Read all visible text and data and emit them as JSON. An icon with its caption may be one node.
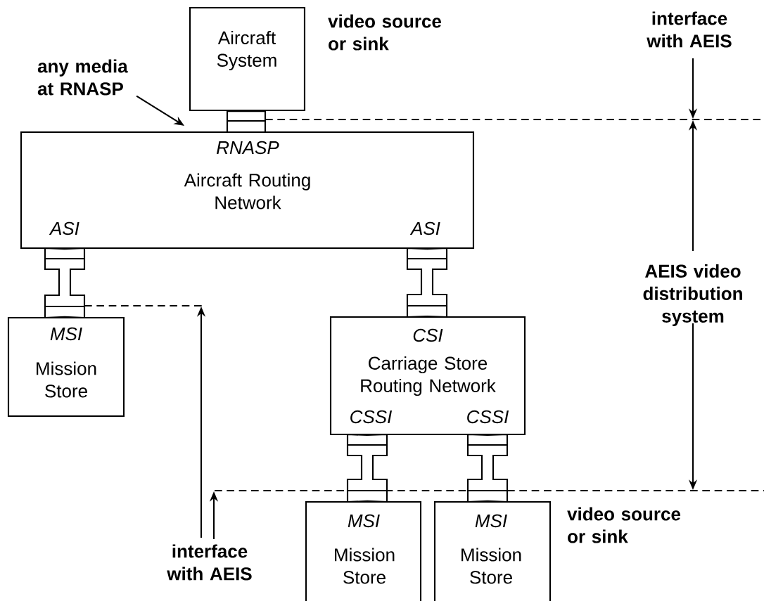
{
  "diagram": {
    "nodes": [
      {
        "text": [
          "Aircraft System"
        ]
      },
      {
        "text": [
          "RNASP",
          "Aircraft Routing Network",
          "ASI",
          "ASI"
        ]
      },
      {
        "text": [
          "MSI",
          "Mission Store"
        ]
      },
      {
        "text": [
          "CSI",
          "Carriage Store Routing Network",
          "CSSI",
          "CSSI"
        ]
      },
      {
        "text": [
          "MSI",
          "Mission Store"
        ]
      },
      {
        "text": [
          "MSI",
          "Mission Store"
        ]
      },
      {
        "text": [
          "any media at RNASP"
        ]
      }
    ],
    "edges": [
      {
        "from": 0,
        "to": 1,
        "arrow": "none"
      },
      {
        "from": 1,
        "to": 2,
        "arrow": "none"
      },
      {
        "from": 1,
        "to": 3,
        "arrow": "none"
      },
      {
        "from": 3,
        "to": 4,
        "arrow": "none"
      },
      {
        "from": 3,
        "to": 5,
        "arrow": "none"
      },
      {
        "from": 6,
        "to": 1,
        "arrow": "to"
      }
    ],
    "labels": [
      "video source or sink",
      "interface with AEIS",
      "AEIS video distribution system",
      "interface with AEIS",
      "video source or sink"
    ]
  }
}
